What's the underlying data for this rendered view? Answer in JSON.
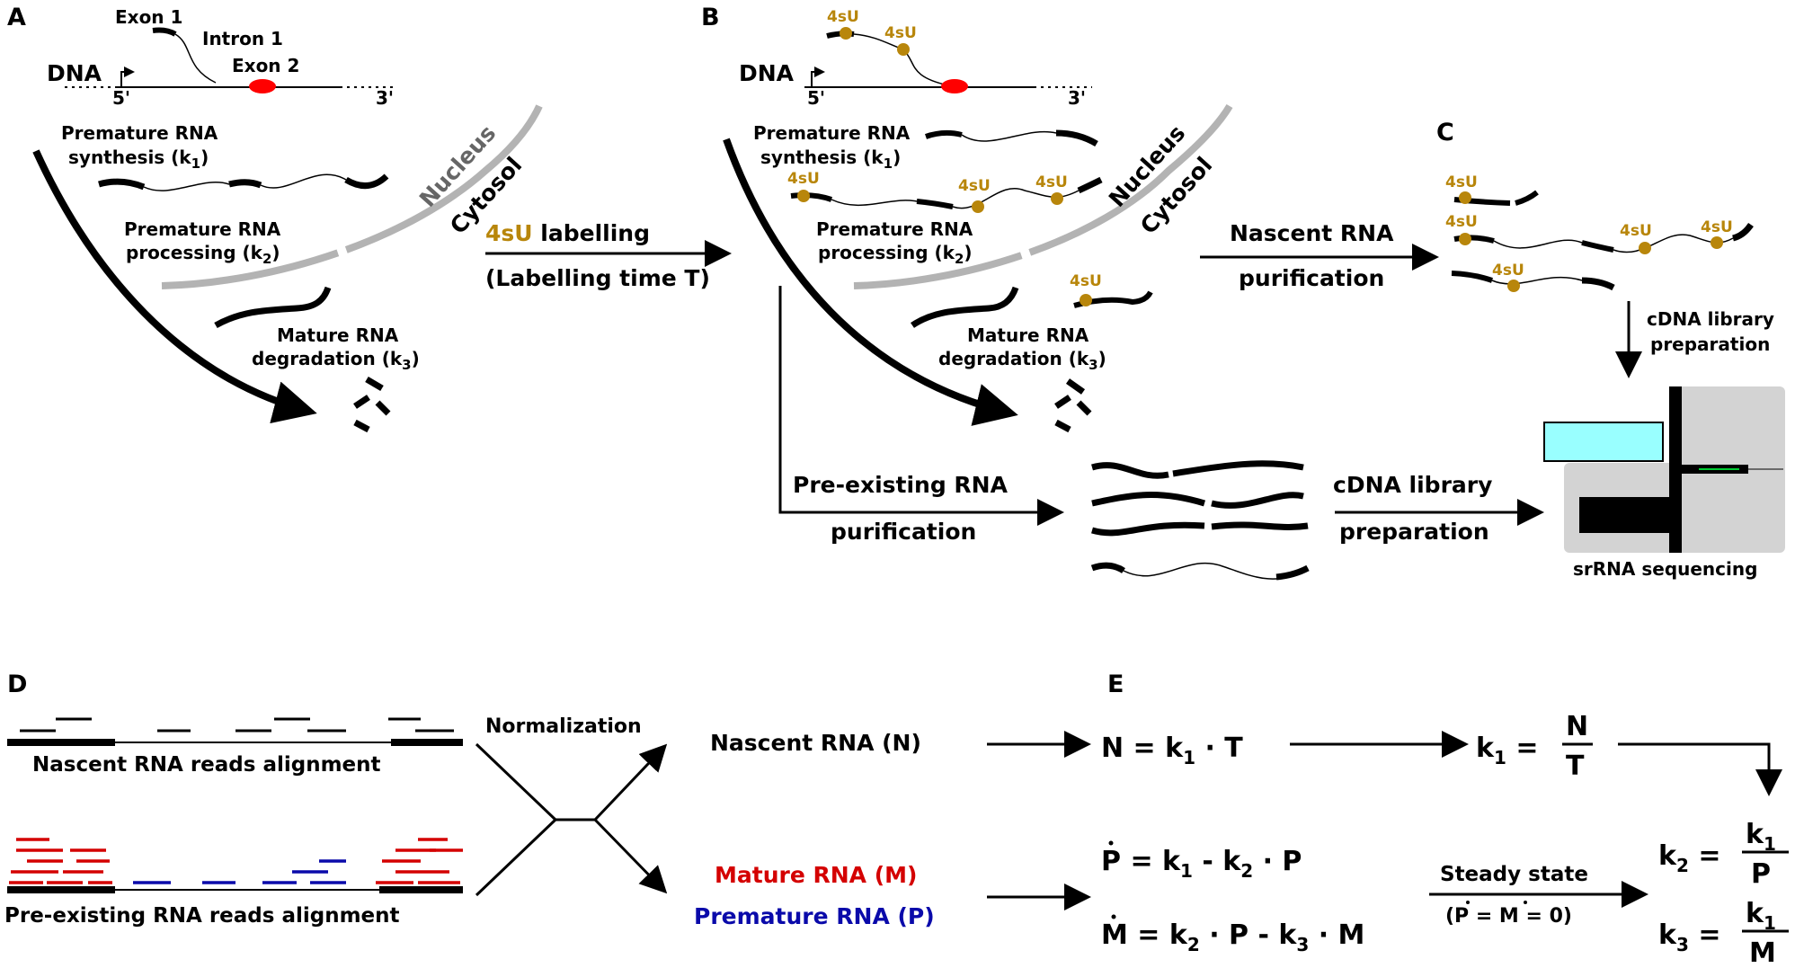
{
  "colors": {
    "label_4su": "#b8860b",
    "exon_marker": "#ff0000",
    "mature": "#d40000",
    "premature": "#0a0aaa",
    "membrane": "#b3b3b3",
    "screen": "#99ffff",
    "machine": "#d3d3d3"
  },
  "panel_a": {
    "letter": "A",
    "dna": "DNA",
    "five": "5'",
    "three": "3'",
    "exon1": "Exon 1",
    "intron1": "Intron 1",
    "exon2": "Exon 2",
    "synthesis": "Premature RNA",
    "synthesis2": "synthesis (k",
    "synthesis_sub": "1",
    "processing": "Premature RNA",
    "processing2": "processing (k",
    "processing_sub": "2",
    "nucleus": "Nucleus",
    "cytosol": "Cytosol",
    "degradation": "Mature RNA",
    "degradation2": "degradation (k",
    "degradation_sub": "3"
  },
  "labelling_arrow": {
    "label_4su": "4sU",
    "label_rest": " labelling",
    "time": "(Labelling time T)"
  },
  "panel_b": {
    "letter": "B",
    "dna": "DNA",
    "five": "5'",
    "three": "3'",
    "tag": "4sU",
    "synthesis": "Premature RNA",
    "synthesis2": "synthesis (k",
    "synthesis_sub": "1",
    "processing": "Premature RNA",
    "processing2": "processing (k",
    "processing_sub": "2",
    "nucleus": "Nucleus",
    "cytosol": "Cytosol",
    "degradation": "Mature RNA",
    "degradation2": "degradation (k",
    "degradation_sub": "3",
    "pre_existing": "Pre-existing RNA",
    "purification": "purification",
    "nascent": "Nascent RNA",
    "nascent_purification": "purification",
    "cdna1": "cDNA library",
    "cdna2": "preparation"
  },
  "panel_c": {
    "letter": "C",
    "tag": "4sU",
    "cdna1": "cDNA library",
    "cdna2": "preparation",
    "sequencing": "srRNA sequencing"
  },
  "panel_d": {
    "letter": "D",
    "nascent_alignment": "Nascent RNA reads alignment",
    "pre_existing_alignment": "Pre-existing RNA reads alignment",
    "normalization": "Normalization",
    "nascent_rna": "Nascent RNA (N)",
    "mature_rna": "Mature RNA (M)",
    "premature_rna": "Premature RNA (P)"
  },
  "panel_e": {
    "letter": "E",
    "eq1_n": "N = k",
    "eq1_sub": "1",
    "eq1_rest": " · T",
    "k1": "k",
    "k1_sub": "1",
    "k1_eq": " =",
    "k1_num": "N",
    "k1_den": "T",
    "pdot": "P",
    "pdot_a": " = k",
    "pdot_a_sub": "1",
    "pdot_b": " - k",
    "pdot_b_sub": "2",
    "pdot_c": " · P",
    "mdot": "M",
    "mdot_a": " = k",
    "mdot_a_sub": "2",
    "mdot_b": " · P - k",
    "mdot_b_sub": "3",
    "mdot_c": " · M",
    "steady": "Steady state",
    "steady_cond": "(P = M = 0)",
    "k2": "k",
    "k2_sub": "2",
    "k2_eq": " =",
    "k2_num": "k",
    "k2_num_sub": "1",
    "k2_den": "P",
    "k3": "k",
    "k3_sub": "3",
    "k3_eq": " =",
    "k3_num": "k",
    "k3_num_sub": "1",
    "k3_den": "M"
  }
}
